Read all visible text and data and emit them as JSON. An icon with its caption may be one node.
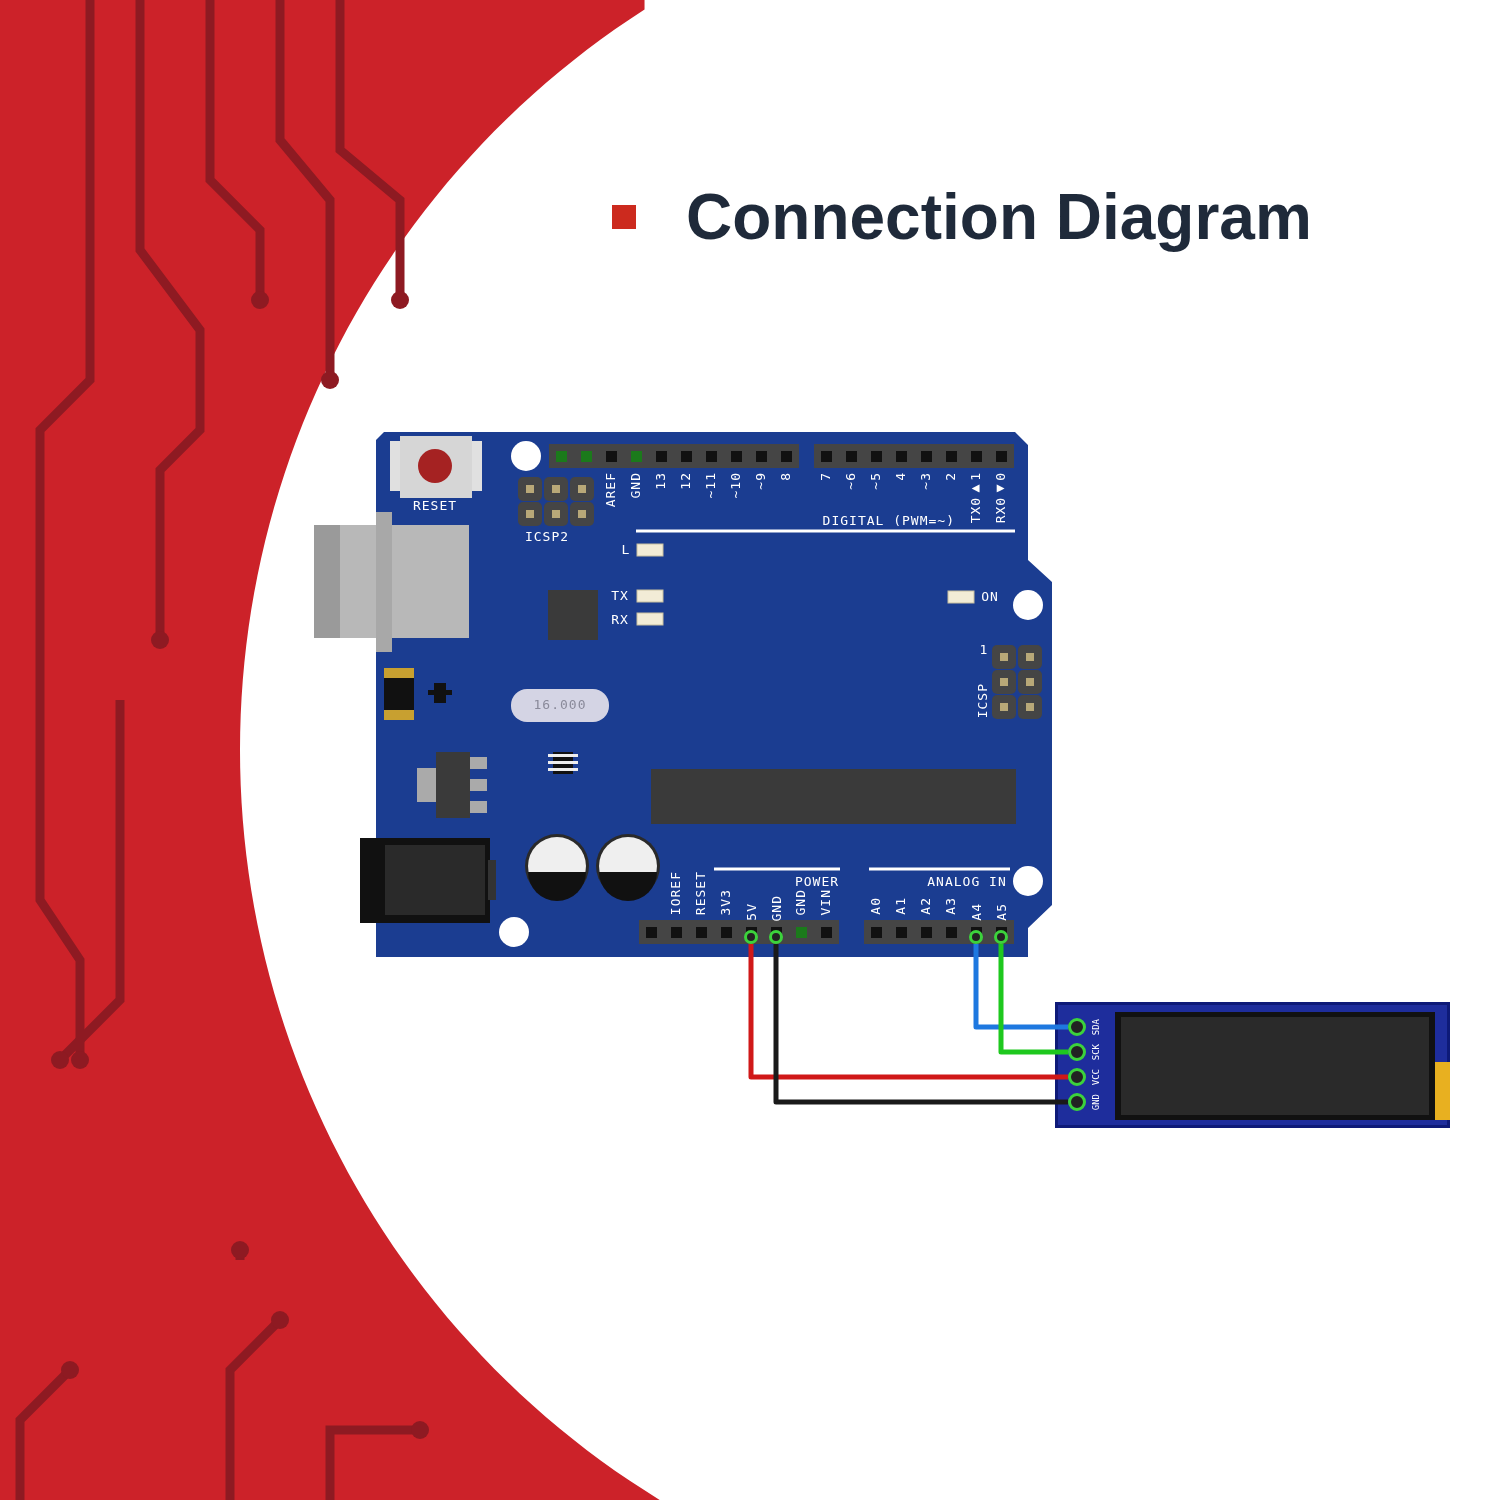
{
  "diagram": {
    "title": "Connection Diagram",
    "nodes": [
      {
        "text": [],
        "shape": "box"
      },
      {
        "text": [
          "5V"
        ],
        "in": 0
      },
      {
        "text": [
          "GND"
        ],
        "in": 0
      },
      {
        "text": [
          "A4"
        ],
        "in": 0
      },
      {
        "text": [
          "A5"
        ],
        "in": 0
      },
      {
        "text": [],
        "shape": "box"
      },
      {
        "text": [
          "SDA"
        ],
        "in": 5
      },
      {
        "text": [
          "SCK"
        ],
        "in": 5
      },
      {
        "text": [
          "VCC"
        ],
        "in": 5
      },
      {
        "text": [
          "GND"
        ],
        "in": 5
      }
    ],
    "edges": [
      {
        "from": 3,
        "to": 6,
        "arrow": "none",
        "color": "#1e78e0"
      },
      {
        "from": 4,
        "to": 7,
        "arrow": "none",
        "color": "#1ec81e"
      },
      {
        "from": 1,
        "to": 8,
        "arrow": "none",
        "color": "#d01818"
      },
      {
        "from": 2,
        "to": 9,
        "arrow": "none",
        "color": "#1a1a1a"
      }
    ],
    "labels": [
      "RESET",
      "AREF",
      "GND",
      "13",
      "12",
      "~11",
      "~10",
      "~9",
      "8",
      "7",
      "~6",
      "~5",
      "4",
      "~3",
      "2",
      "TX0▶1",
      "RX0◀0",
      "ICSP2",
      "DIGITAL (PWM=~)",
      "L",
      "TX",
      "RX",
      "ON",
      "1",
      "ICSP",
      "16.000",
      "POWER",
      "ANALOG IN",
      "IOREF",
      "RESET",
      "3V3",
      "GND",
      "VIN",
      "A0",
      "A1",
      "A2",
      "A3"
    ]
  }
}
